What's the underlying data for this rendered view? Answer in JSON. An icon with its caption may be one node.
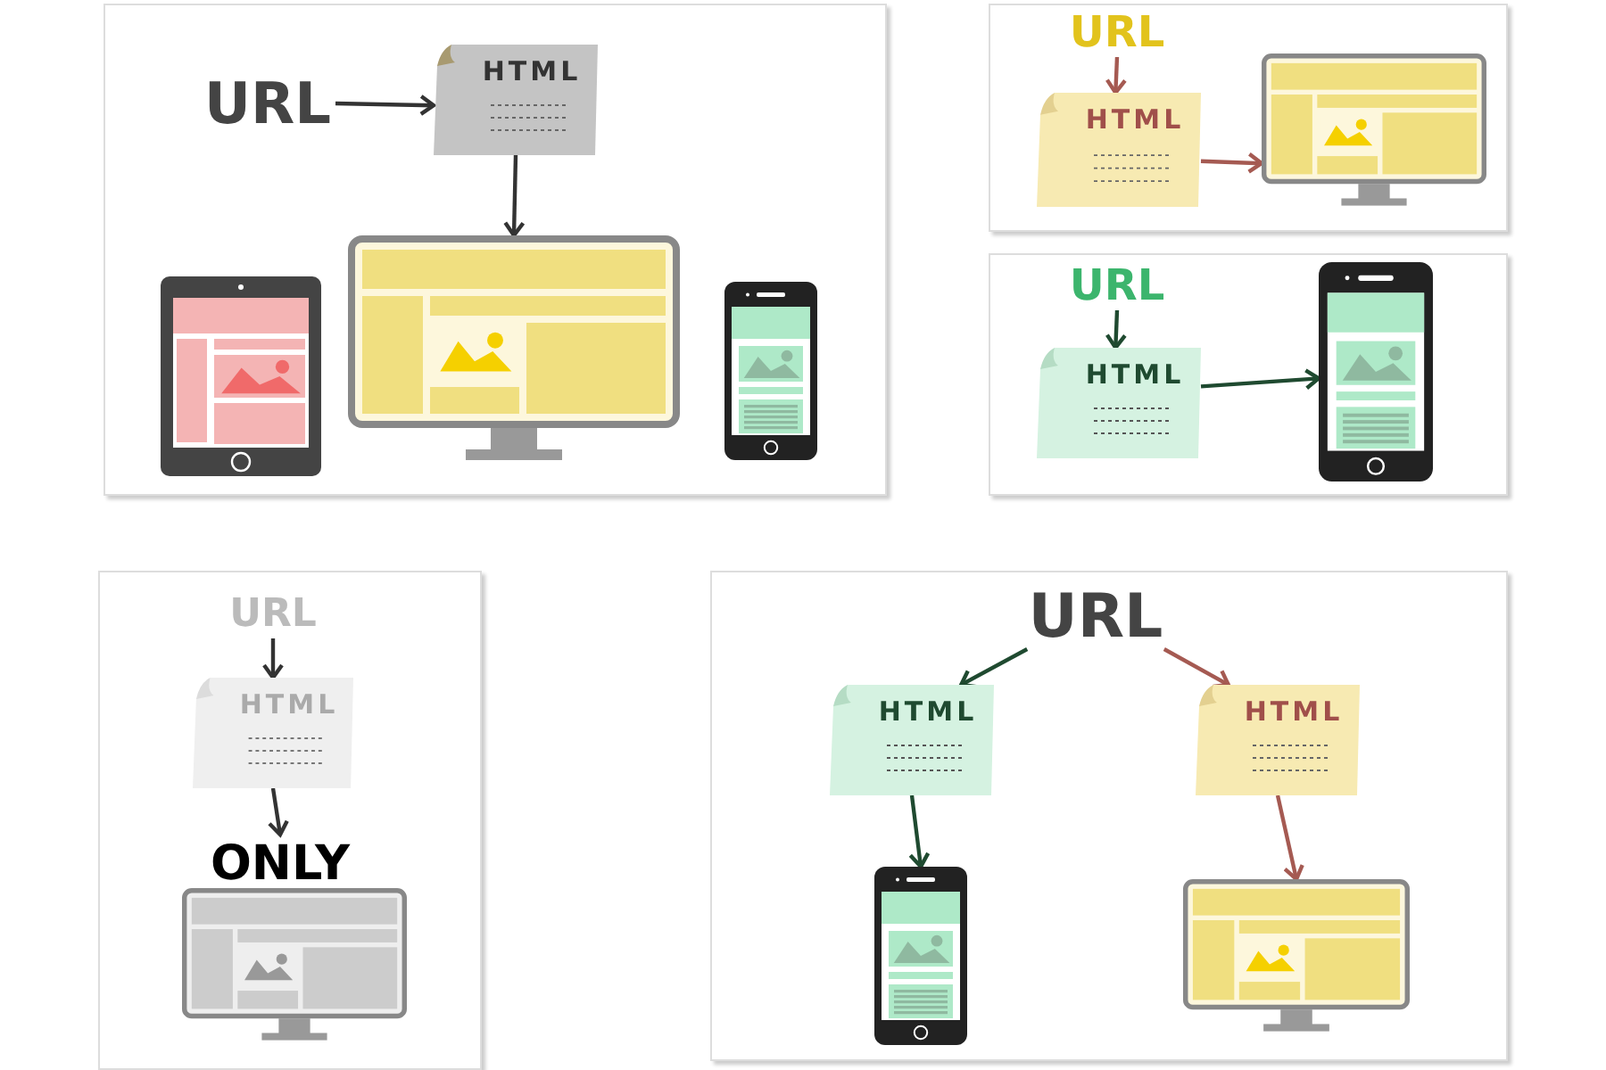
{
  "diagram": {
    "nodes": [
      {
        "text": [
          "URL"
        ]
      },
      {
        "text": [
          "HTML"
        ]
      },
      {
        "text": [],
        "shape": "tablet"
      },
      {
        "text": [],
        "shape": "monitor"
      },
      {
        "text": [],
        "shape": "phone"
      },
      {
        "text": [
          "URL"
        ]
      },
      {
        "text": [
          "HTML"
        ]
      },
      {
        "text": [],
        "shape": "monitor"
      },
      {
        "text": [
          "URL"
        ]
      },
      {
        "text": [
          "HTML"
        ]
      },
      {
        "text": [],
        "shape": "phone"
      },
      {
        "text": [
          "URL"
        ]
      },
      {
        "text": [
          "HTML"
        ]
      },
      {
        "text": [
          "ONLY"
        ]
      },
      {
        "text": [],
        "shape": "monitor"
      },
      {
        "text": [
          "URL"
        ]
      },
      {
        "text": [
          "HTML"
        ]
      },
      {
        "text": [
          "HTML"
        ]
      },
      {
        "text": [],
        "shape": "phone"
      },
      {
        "text": [],
        "shape": "monitor"
      }
    ],
    "edges": [
      {
        "from": 0,
        "to": 1,
        "arrow": "to",
        "color": "#333333"
      },
      {
        "from": 1,
        "to": 3,
        "arrow": "to",
        "color": "#333333"
      },
      {
        "from": 5,
        "to": 6,
        "arrow": "to",
        "color": "#a55a52"
      },
      {
        "from": 6,
        "to": 7,
        "arrow": "to",
        "color": "#a55a52"
      },
      {
        "from": 8,
        "to": 9,
        "arrow": "to",
        "color": "#1f4a30"
      },
      {
        "from": 9,
        "to": 10,
        "arrow": "to",
        "color": "#1f4a30"
      },
      {
        "from": 11,
        "to": 12,
        "arrow": "to",
        "color": "#333333"
      },
      {
        "from": 12,
        "to": 13,
        "arrow": "to",
        "color": "#333333"
      },
      {
        "from": 15,
        "to": 16,
        "arrow": "to",
        "color": "#1f4a30"
      },
      {
        "from": 15,
        "to": 17,
        "arrow": "to",
        "color": "#a55a52"
      },
      {
        "from": 16,
        "to": 18,
        "arrow": "to",
        "color": "#1f4a30"
      },
      {
        "from": 17,
        "to": 19,
        "arrow": "to",
        "color": "#a55a52"
      }
    ]
  }
}
